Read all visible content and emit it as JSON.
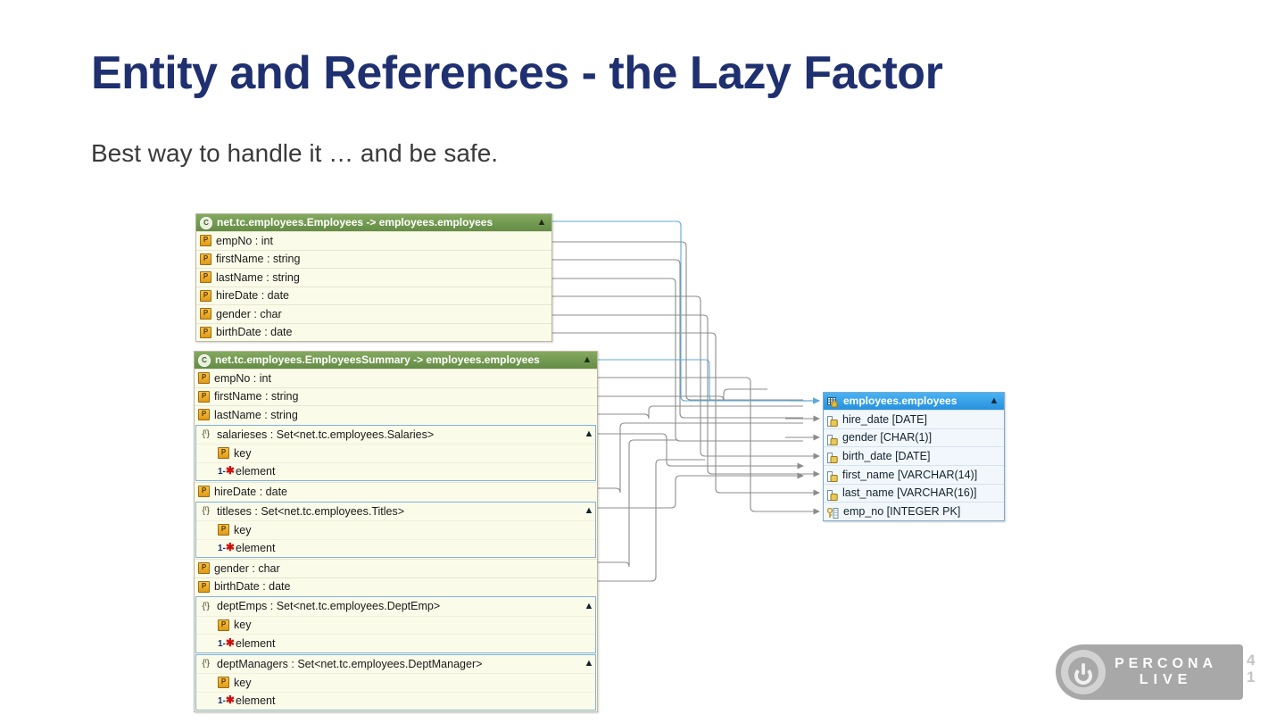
{
  "slide": {
    "title": "Entity and References - the Lazy Factor",
    "subtitle": "Best way to handle it … and be safe.",
    "page_number_digits": [
      "4",
      "1"
    ]
  },
  "brand": {
    "line1": "PERCONA",
    "line2": "LIVE",
    "logo_color": "#a8a8a8",
    "title_color": "#1f3070"
  },
  "diagram": {
    "entity_boxes": [
      {
        "header": "net.tc.employees.Employees -> employees.employees",
        "header_icon": "class-icon",
        "header_color": "#6f9a4e",
        "collapse_icon": "chevron-up-icon",
        "rows": [
          {
            "kind": "property",
            "icon": "P",
            "label": "empNo : int"
          },
          {
            "kind": "property",
            "icon": "P",
            "label": "firstName : string"
          },
          {
            "kind": "property",
            "icon": "P",
            "label": "lastName : string"
          },
          {
            "kind": "property",
            "icon": "P",
            "label": "hireDate : date"
          },
          {
            "kind": "property",
            "icon": "P",
            "label": "gender : char"
          },
          {
            "kind": "property",
            "icon": "P",
            "label": "birthDate : date"
          }
        ]
      },
      {
        "header": "net.tc.employees.EmployeesSummary -> employees.employees",
        "header_icon": "class-icon",
        "header_color": "#6f9a4e",
        "collapse_icon": "chevron-up-icon",
        "rows": [
          {
            "kind": "property",
            "icon": "P",
            "label": "empNo : int"
          },
          {
            "kind": "property",
            "icon": "P",
            "label": "firstName : string"
          },
          {
            "kind": "property",
            "icon": "P",
            "label": "lastName : string"
          },
          {
            "kind": "collection",
            "icon": "{-}",
            "label": "salarieses : Set<net.tc.employees.Salaries>",
            "children": [
              {
                "icon": "P",
                "label": "key"
              },
              {
                "icon": "1-*",
                "label": "element"
              }
            ]
          },
          {
            "kind": "property",
            "icon": "P",
            "label": "hireDate : date"
          },
          {
            "kind": "collection",
            "icon": "{-}",
            "label": "titleses : Set<net.tc.employees.Titles>",
            "children": [
              {
                "icon": "P",
                "label": "key"
              },
              {
                "icon": "1-*",
                "label": "element"
              }
            ]
          },
          {
            "kind": "property",
            "icon": "P",
            "label": "gender : char"
          },
          {
            "kind": "property",
            "icon": "P",
            "label": "birthDate : date"
          },
          {
            "kind": "collection",
            "icon": "{-}",
            "label": "deptEmps : Set<net.tc.employees.DeptEmp>",
            "children": [
              {
                "icon": "P",
                "label": "key"
              },
              {
                "icon": "1-*",
                "label": "element"
              }
            ]
          },
          {
            "kind": "collection",
            "icon": "{-}",
            "label": "deptManagers : Set<net.tc.employees.DeptManager>",
            "children": [
              {
                "icon": "P",
                "label": "key"
              },
              {
                "icon": "1-*",
                "label": "element"
              }
            ]
          }
        ]
      }
    ],
    "db_table": {
      "header": "employees.employees",
      "header_icon": "table-icon",
      "header_color": "#36a0e8",
      "collapse_icon": "chevron-up-icon",
      "columns": [
        {
          "icon": "column-icon",
          "label": "hire_date [DATE]"
        },
        {
          "icon": "column-icon",
          "label": "gender [CHAR(1)]"
        },
        {
          "icon": "column-icon",
          "label": "birth_date [DATE]"
        },
        {
          "icon": "column-icon",
          "label": "first_name [VARCHAR(14)]"
        },
        {
          "icon": "column-icon",
          "label": "last_name [VARCHAR(16)]"
        },
        {
          "icon": "primary-key-icon",
          "label": "emp_no [INTEGER PK]"
        }
      ]
    },
    "connector_colors": {
      "default": "#8c8c8c",
      "highlight": "#5fa8d8"
    }
  }
}
